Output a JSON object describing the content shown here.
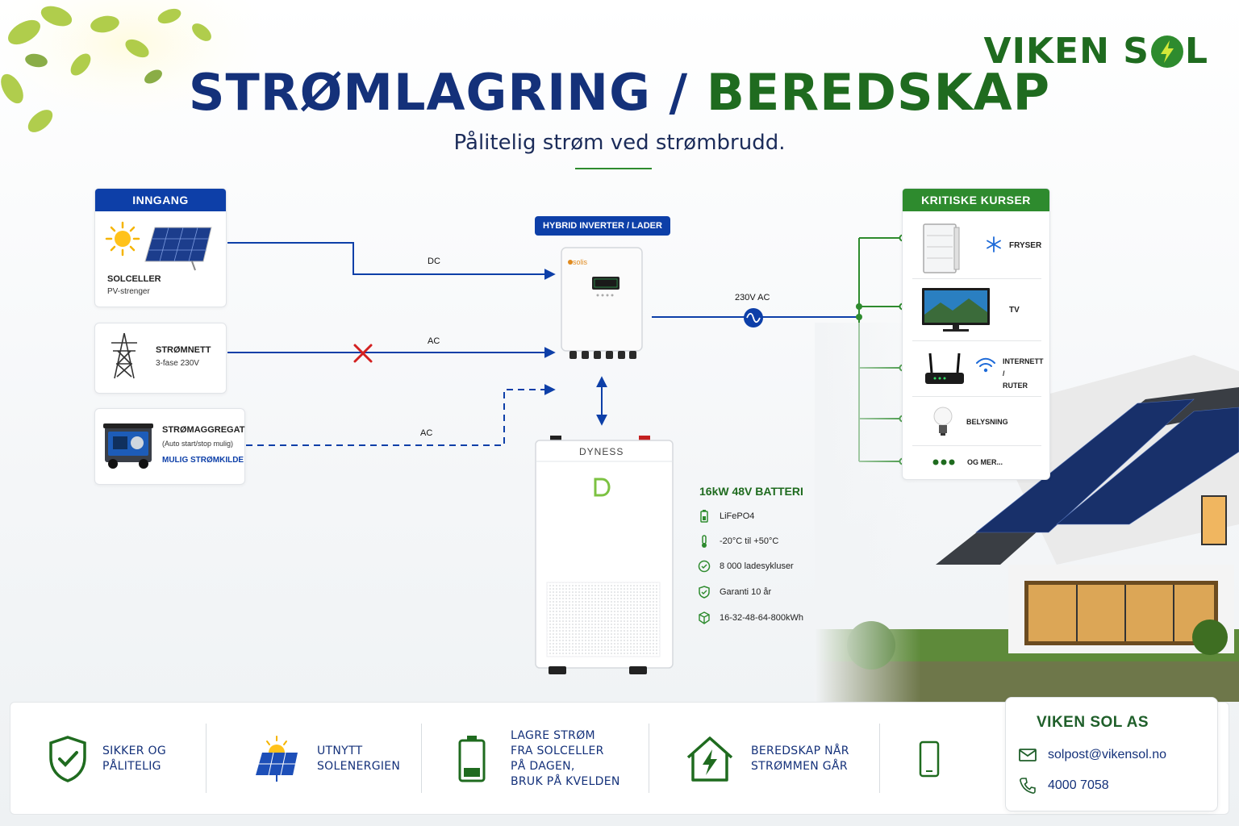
{
  "brand": {
    "logo_text_left": "VIKEN S",
    "logo_text_right": "L"
  },
  "header": {
    "title_part1": "STRØMLAGRING / ",
    "title_part2": "BEREDSKAP",
    "subtitle": "Pålitelig strøm ved strømbrudd."
  },
  "inputs": {
    "header": "INNGANG",
    "solar": {
      "title": "SOLCELLER",
      "subtitle": "PV-strenger"
    },
    "grid": {
      "title": "STRØMNETT",
      "subtitle": "3-fase 230V"
    },
    "generator": {
      "title": "STRØMAGGREGAT",
      "subtitle": "(Auto start/stop mulig)",
      "note": "MULIG STRØMKILDE"
    }
  },
  "connections": {
    "dc": "DC",
    "ac_grid": "AC",
    "ac_gen": "AC",
    "ac_out": "230V AC"
  },
  "inverter": {
    "tag": "HYBRID INVERTER / LADER",
    "brand": "solis"
  },
  "battery": {
    "brand": "DYNESS",
    "title": "16kW 48V BATTERI",
    "specs": [
      "LiFePO4",
      "-20°C til +50°C",
      "8 000 ladesykluser",
      "Garanti 10 år",
      "16-32-48-64-800kWh"
    ]
  },
  "critical": {
    "header": "KRITISKE KURSER",
    "items": [
      {
        "label": "FRYSER"
      },
      {
        "label": "TV"
      },
      {
        "label": "INTERNETT /\nRUTER",
        "label_line1": "INTERNETT /",
        "label_line2": "RUTER"
      },
      {
        "label": "BELYSNING"
      },
      {
        "label": "OG MER..."
      }
    ]
  },
  "features": [
    {
      "line1": "SIKKER OG",
      "line2": "PÅLITELIG"
    },
    {
      "line1": "UTNYTT",
      "line2": "SOLENERGIEN"
    },
    {
      "line1": "LAGRE STRØM",
      "line2": "FRA SOLCELLER",
      "line3": "PÅ DAGEN,",
      "line4": "BRUK PÅ KVELDEN"
    },
    {
      "line1": "BEREDSKAP NÅR",
      "line2": "STRØMMEN GÅR"
    }
  ],
  "contact": {
    "company": "VIKEN SOL AS",
    "email": "solpost@vikensol.no",
    "phone": "4000 7058"
  },
  "colors": {
    "navy": "#14317a",
    "blue": "#0d3fa8",
    "green": "#1f6b1f",
    "accent_green": "#2e8b2e",
    "red": "#d32020"
  }
}
